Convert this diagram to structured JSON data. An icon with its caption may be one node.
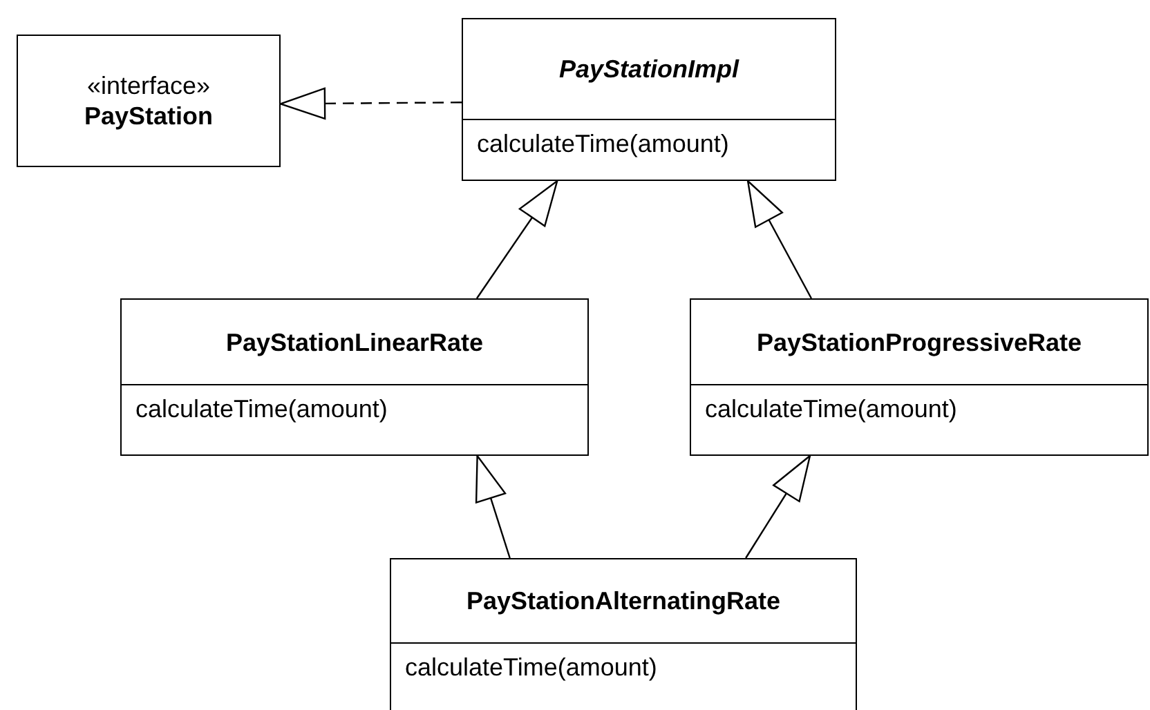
{
  "diagram": {
    "nodes": [
      {
        "text": [
          "«interface»",
          "PayStation"
        ]
      },
      {
        "text": [
          "PayStationImpl",
          "calculateTime(amount)"
        ]
      },
      {
        "text": [
          "PayStationLinearRate",
          "calculateTime(amount)"
        ]
      },
      {
        "text": [
          "PayStationProgressiveRate",
          "calculateTime(amount)"
        ]
      },
      {
        "text": [
          "PayStationAlternatingRate",
          "calculateTime(amount)"
        ]
      }
    ],
    "edges": [
      {
        "from": 1,
        "to": 0,
        "arrow": "to",
        "style": "dashed"
      },
      {
        "from": 2,
        "to": 1,
        "arrow": "to"
      },
      {
        "from": 3,
        "to": 1,
        "arrow": "to"
      },
      {
        "from": 4,
        "to": 2,
        "arrow": "to"
      },
      {
        "from": 4,
        "to": 3,
        "arrow": "to"
      }
    ]
  }
}
